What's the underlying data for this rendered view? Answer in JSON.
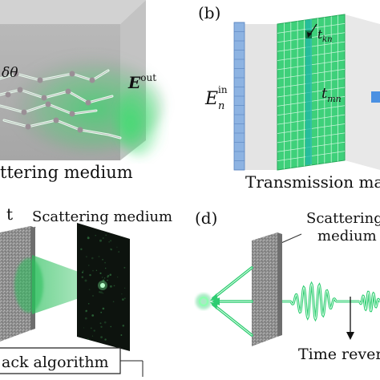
{
  "panel_a": {
    "angle_label": "δθ",
    "field_label": "E",
    "field_superscript": "out",
    "caption": "ttering medium"
  },
  "panel_b": {
    "tag": "(b)",
    "input_label": "E",
    "input_subscript": "n",
    "input_superscript": "in",
    "element_label": "t",
    "element_subscript": "kn",
    "matrix_label": "t",
    "matrix_subscript": "mn",
    "caption": "Transmission matr"
  },
  "panel_c": {
    "partial_label": "t",
    "medium_label": "Scattering medium",
    "caption": "ack algorithm"
  },
  "panel_d": {
    "tag": "(d)",
    "medium_label_line1": "Scattering",
    "medium_label_line2": "medium",
    "caption": "Time rever"
  },
  "colors": {
    "green": "#2ecc71",
    "matrix_green": "#3ed07a",
    "blue": "#7aa7dd",
    "slab_gray": "#9a9a9a"
  }
}
